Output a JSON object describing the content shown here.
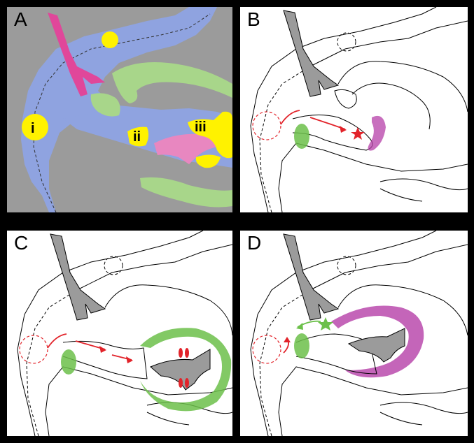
{
  "panels": [
    {
      "label": "A"
    },
    {
      "label": "B"
    },
    {
      "label": "C"
    },
    {
      "label": "D"
    }
  ],
  "regions": {
    "region_1": "i",
    "region_2": "ii",
    "region_3": "iii"
  },
  "colors": {
    "background_tissue": "#9b9b9b",
    "ventricle_blue": "#8fa3e0",
    "yellow": "#fff200",
    "magenta": "#e0479a",
    "pink": "#e887c0",
    "green": "#a8d68a",
    "green_signal": "#6cc04a",
    "red_arrow": "#e2232a",
    "purple_signal": "#b53fa8"
  }
}
